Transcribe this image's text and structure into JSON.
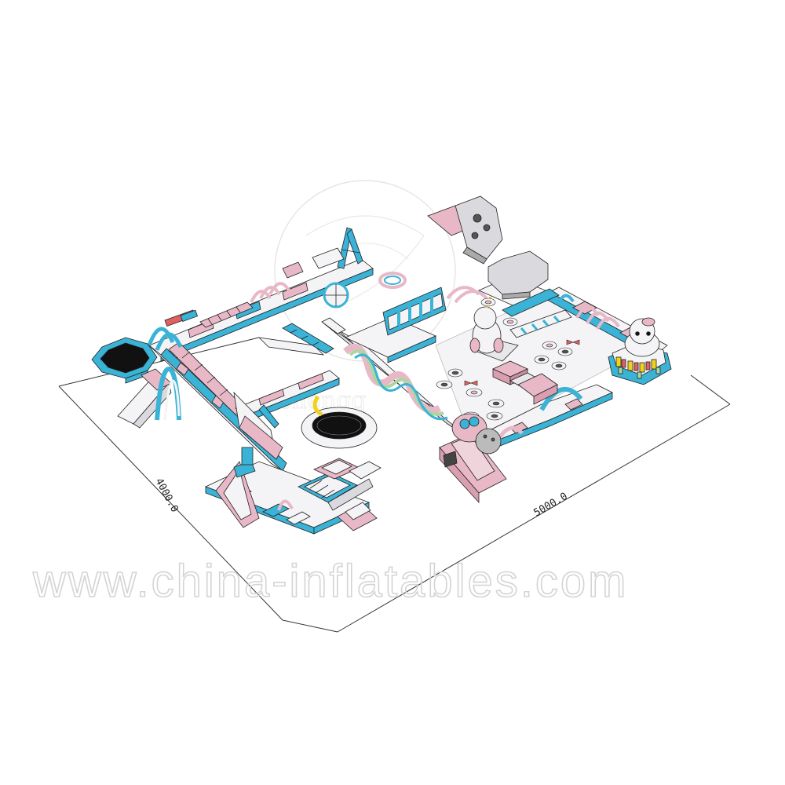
{
  "dimensions": {
    "width_label": "5000.0",
    "depth_label": "4000.0"
  },
  "watermark": {
    "site": "www.china-inflatables.com",
    "logo_text": "chengq"
  },
  "colors": {
    "blue": "#3ab3d6",
    "pink": "#e8b8c6",
    "white": "#f4f4f6",
    "grey": "#d9d9de",
    "outline": "#222222",
    "dark": "#1a1a1a"
  }
}
